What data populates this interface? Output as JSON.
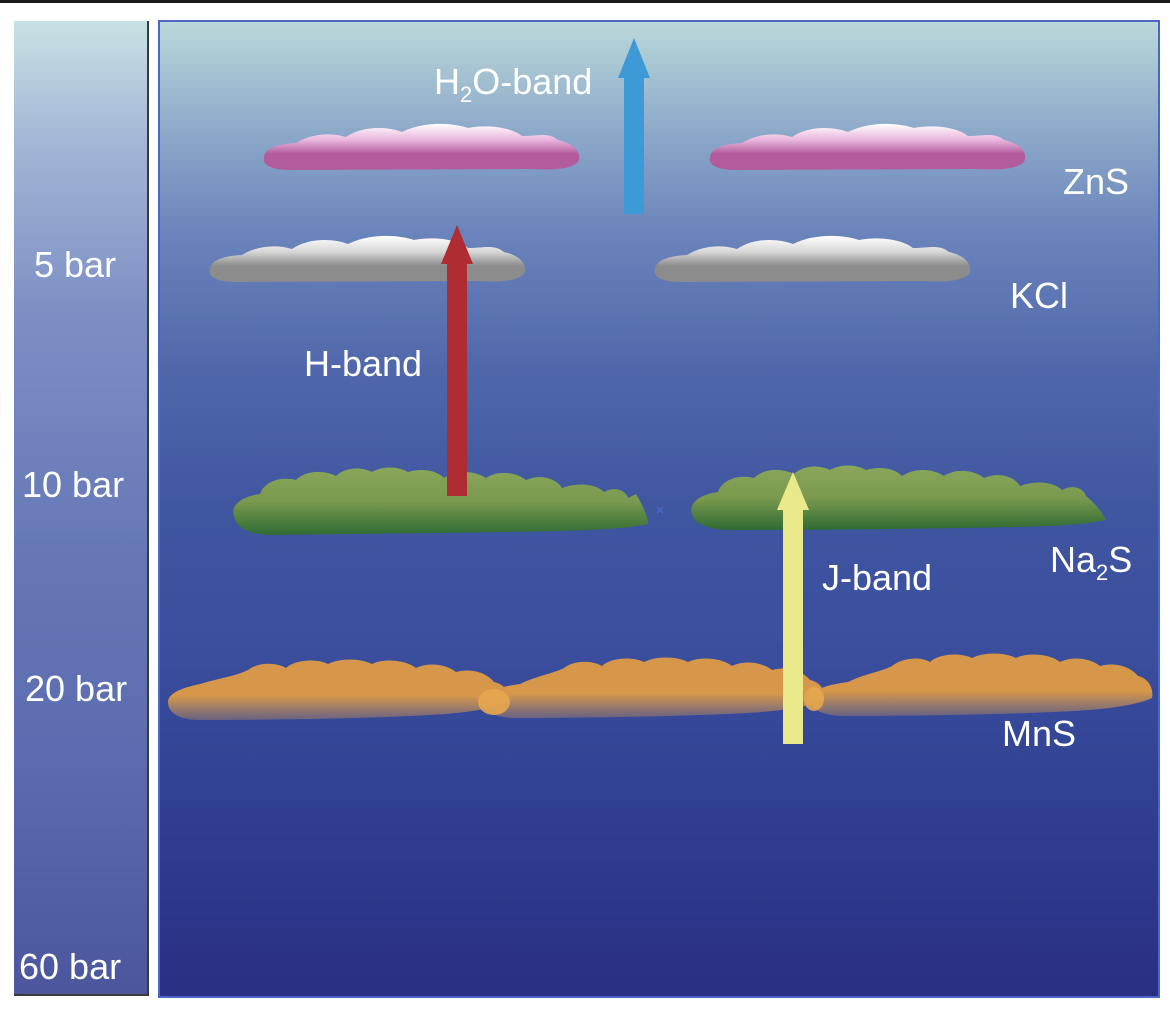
{
  "pressure_scale": {
    "labels": [
      "5 bar",
      "10 bar",
      "20 bar",
      "60 bar"
    ]
  },
  "cloud_layers": [
    {
      "species_pre": "ZnS",
      "species_sub": "",
      "species_post": "",
      "color": "#b25c9d"
    },
    {
      "species_pre": "KCl",
      "species_sub": "",
      "species_post": "",
      "color": "#8c8c8c"
    },
    {
      "species_pre": "Na",
      "species_sub": "2",
      "species_post": "S",
      "color": "#4f8a3b"
    },
    {
      "species_pre": "MnS",
      "species_sub": "",
      "species_post": "",
      "color": "#d6974a"
    }
  ],
  "arrows": [
    {
      "label_pre": "H",
      "label_sub": "2",
      "label_post": "O-band",
      "color": "#3d9ad6"
    },
    {
      "label_pre": "H-band",
      "label_sub": "",
      "label_post": "",
      "color": "#b02c33"
    },
    {
      "label_pre": "J-band",
      "label_sub": "",
      "label_post": "",
      "color": "#e9e88a"
    }
  ],
  "colors": {
    "marker": "#4a67c8"
  }
}
